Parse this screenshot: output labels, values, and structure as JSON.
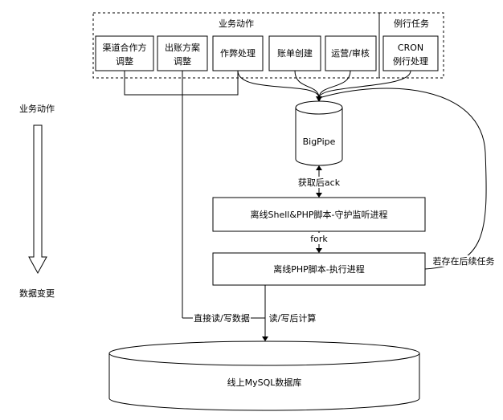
{
  "groups": {
    "business_actions_title": "业务动作",
    "cron_tasks_title": "例行任务"
  },
  "actions": {
    "channel_cooperation_line1": "渠道合作方",
    "channel_cooperation_line2": "调整",
    "billing_plan_line1": "出账方案",
    "billing_plan_line2": "调整",
    "fraud_handling": "作弊处理",
    "bill_creation": "账单创建",
    "ops_review": "运营/审核",
    "cron_line1": "CRON",
    "cron_line2": "例行处理"
  },
  "queue": {
    "name": "BigPipe",
    "fetch_ack_label": "获取后ack"
  },
  "processes": {
    "daemon": "离线Shell&PHP脚本-守护监听进程",
    "fork_label": "fork",
    "worker": "离线PHP脚本-执行进程",
    "pending_task_label": "若存在后续任务"
  },
  "database": {
    "name": "线上MySQL数据库",
    "direct_rw_label": "直接读/写数据",
    "rw_compute_label": "读/写后计算"
  },
  "legend": {
    "top_label": "业务动作",
    "bottom_label": "数据变更"
  }
}
